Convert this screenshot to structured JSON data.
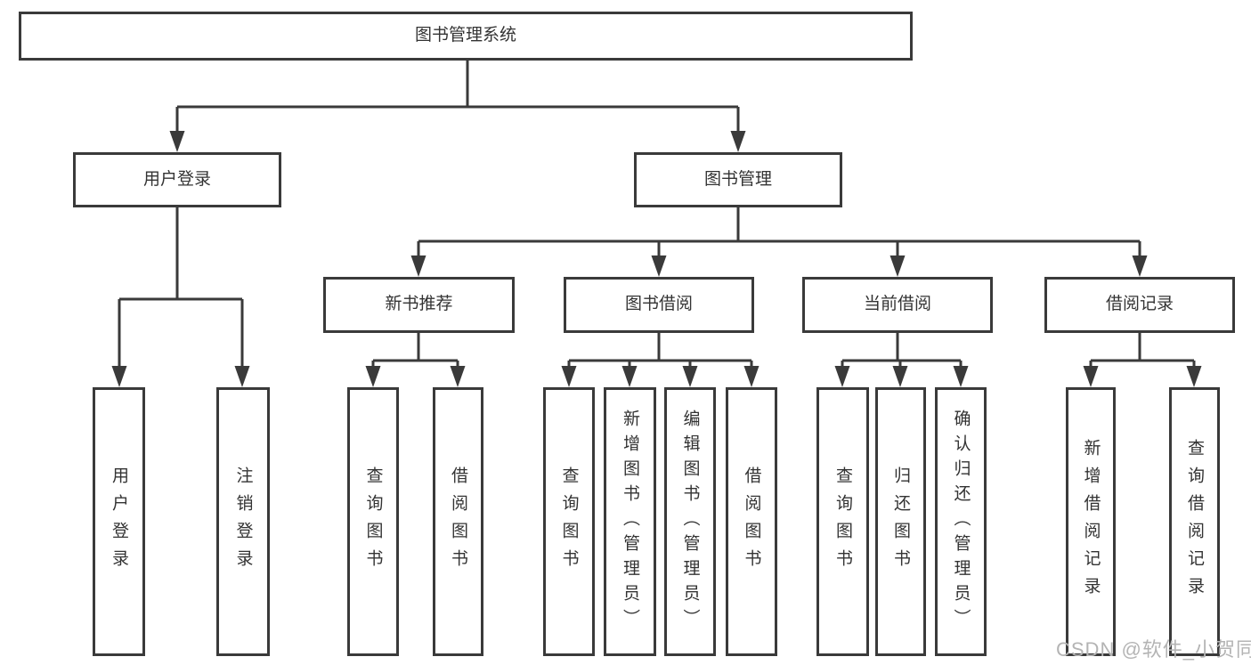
{
  "diagram": {
    "root": "图书管理系统",
    "branches": {
      "user_login": {
        "label": "用户登录",
        "children": [
          "用户登录",
          "注销登录"
        ]
      },
      "book_management": {
        "label": "图书管理",
        "sections": [
          {
            "label": "新书推荐",
            "children": [
              "查询图书",
              "借阅图书"
            ]
          },
          {
            "label": "图书借阅",
            "children": [
              "查询图书",
              "新增图书（管理员）",
              "编辑图书（管理员）",
              "借阅图书"
            ]
          },
          {
            "label": "当前借阅",
            "children": [
              "查询图书",
              "归还图书",
              "确认归还（管理员）"
            ]
          },
          {
            "label": "借阅记录",
            "children": [
              "新增借阅记录",
              "查询借阅记录"
            ]
          }
        ]
      }
    }
  },
  "watermark": "CSDN @软件_小贺同学",
  "colors": {
    "line": "#3a3a3a",
    "text": "#333333",
    "watermark": "#b4b4b4",
    "background": "#ffffff"
  }
}
